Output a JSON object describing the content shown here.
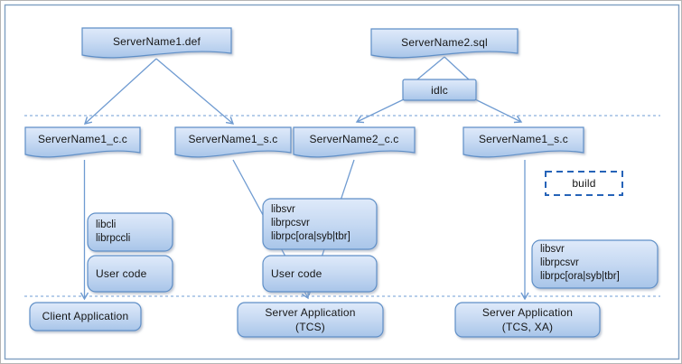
{
  "diagram": {
    "nodes": {
      "def": "ServerName1.def",
      "sql": "ServerName2.sql",
      "idlc": "idlc",
      "c1c": "ServerName1_c.c",
      "s1s": "ServerName1_s.c",
      "s2c": "ServerName2_c.c",
      "s1s_right": "ServerName1_s.c",
      "build_legend": "build",
      "client_libs": [
        "libcli",
        "librpccli"
      ],
      "user_code_left": "User code",
      "server_libs_mid": [
        "libsvr",
        "librpcsvr",
        "librpc[ora|syb|tbr]"
      ],
      "user_code_mid": "User code",
      "server_libs_right": [
        "libsvr",
        "librpcsvr",
        "librpc[ora|syb|tbr]"
      ],
      "client_app": "Client Application",
      "server_app_tcs": [
        "Server Application",
        "(TCS)"
      ],
      "server_app_tcs_xa": [
        "Server Application",
        "(TCS, XA)"
      ]
    },
    "colors": {
      "box_border": "#5f8fc7",
      "box_fill_top": "#dfeafa",
      "box_fill_mid": "#c6d9f2",
      "box_fill_bottom": "#a8c5e9",
      "connector": "#6f9bd1",
      "separator": "#8cb0dd",
      "build_border": "#2563b8",
      "frame_border": "#7f9fc2"
    }
  }
}
